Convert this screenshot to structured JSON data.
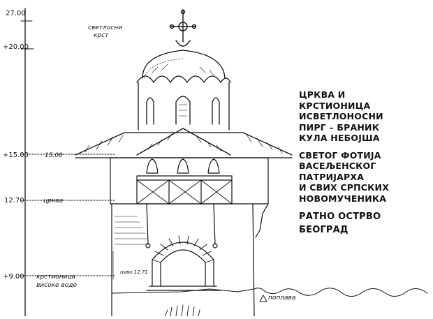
{
  "levels": [
    {
      "mark": "27.00",
      "label": ""
    },
    {
      "mark": "+20.00",
      "label": ""
    },
    {
      "mark": "+15.00",
      "label": "15.00"
    },
    {
      "mark": "12.70",
      "label": "црква"
    },
    {
      "mark": "+9.00",
      "label": "крстионица"
    }
  ],
  "labels": {
    "cross": [
      "светлосни",
      "крст"
    ],
    "baptistery_extra": "високе воде",
    "flood": "поплава",
    "water_mark": "ниво 12.71"
  },
  "title_lines_a": [
    "ЦРКВА И",
    "КРСТИОНИЦА",
    "ИСВЕТЛОНОСНИ",
    "ПИРГ – БРАНИК",
    "КУЛА НЕБОЈША"
  ],
  "title_lines_b": [
    "СВЕТОГ ФОТИЈА",
    "ВАСЕЉЕНСКОГ",
    "ПАТРИЈАРХА",
    "И СВИХ СРПСКИХ",
    "НОВОМУЧЕНИКА"
  ],
  "title_lines_c": [
    "РАТНО ОСТРВО",
    "БЕОГРАД"
  ]
}
